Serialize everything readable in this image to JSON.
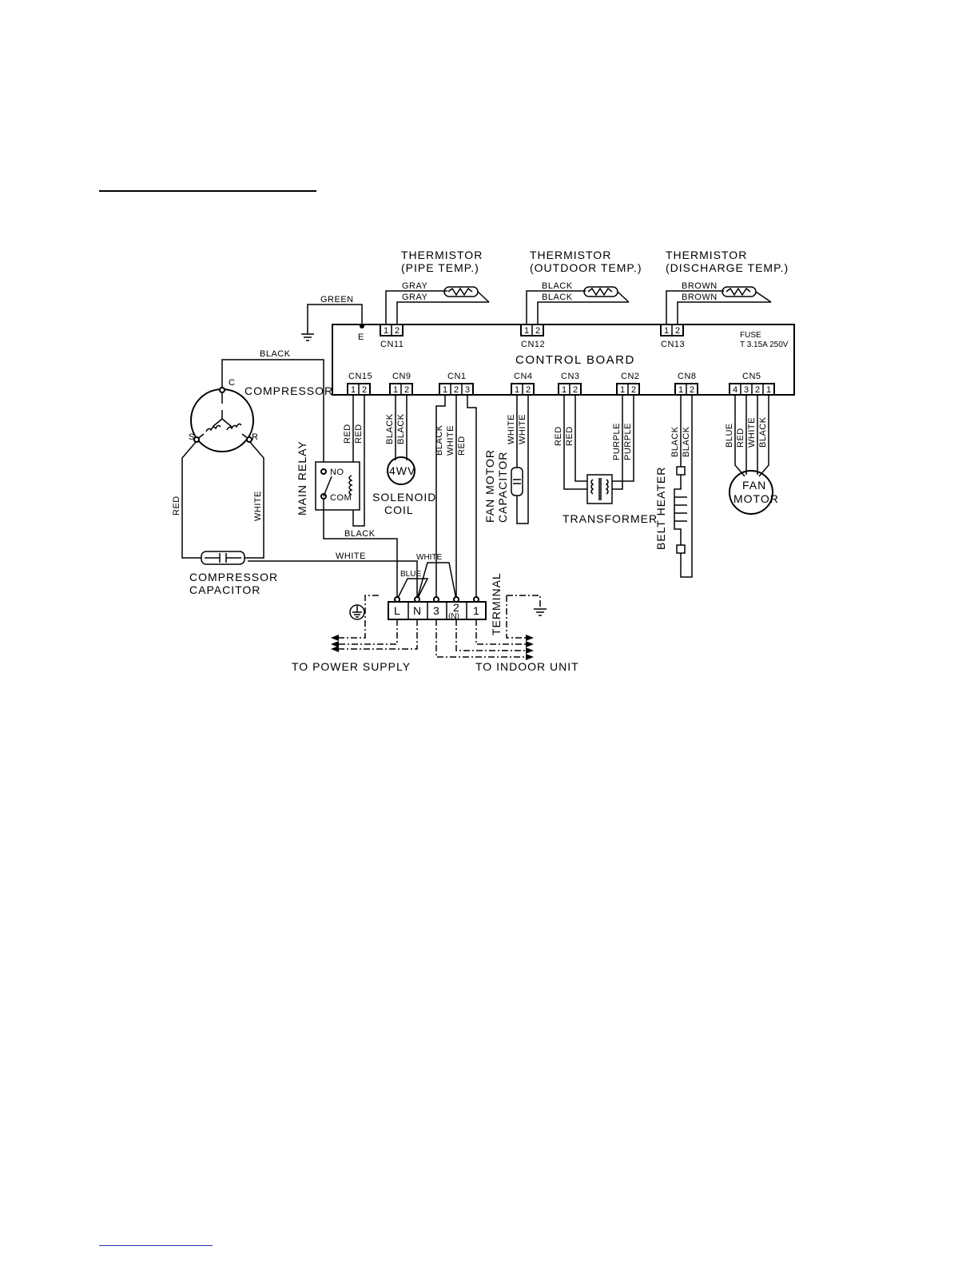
{
  "thermistors": [
    {
      "title": "THERMISTOR",
      "sub": "(PIPE TEMP.)",
      "wire1": "GRAY",
      "wire2": "GRAY",
      "connector": "CN11"
    },
    {
      "title": "THERMISTOR",
      "sub": "(OUTDOOR TEMP.)",
      "wire1": "BLACK",
      "wire2": "BLACK",
      "connector": "CN12"
    },
    {
      "title": "THERMISTOR",
      "sub": "(DISCHARGE TEMP.)",
      "wire1": "BROWN",
      "wire2": "BROWN",
      "connector": "CN13"
    }
  ],
  "ground": {
    "wire": "GREEN",
    "label": "E"
  },
  "board": {
    "title": "CONTROL BOARD",
    "fuse1": "FUSE",
    "fuse2": "T 3.15A 250V"
  },
  "connectors": {
    "cn15": "CN15",
    "cn9": "CN9",
    "cn1": "CN1",
    "cn4": "CN4",
    "cn3": "CN3",
    "cn2": "CN2",
    "cn8": "CN8",
    "cn5": "CN5"
  },
  "pins": {
    "p1": "1",
    "p2": "2",
    "p3": "3",
    "p4": "4"
  },
  "compressor": {
    "label": "COMPRESSOR",
    "c": "C",
    "s": "S",
    "r": "R",
    "wire_top": "BLACK",
    "wire_left": "RED",
    "wire_right": "WHITE"
  },
  "relay": {
    "label": "MAIN RELAY",
    "no": "NO",
    "com": "COM",
    "wire_out": "BLACK"
  },
  "wires": {
    "cn15a": "RED",
    "cn15b": "RED",
    "cn9a": "BLACK",
    "cn9b": "BLACK",
    "cn1a": "BLACK",
    "cn1b": "WHITE",
    "cn1c": "RED",
    "cn4a": "WHITE",
    "cn4b": "WHITE",
    "cn3a": "RED",
    "cn3b": "RED",
    "cn2a": "PURPLE",
    "cn2b": "PURPLE",
    "cn8a": "BLACK",
    "cn8b": "BLACK",
    "cn5a": "BLUE",
    "cn5b": "RED",
    "cn5c": "WHITE",
    "cn5d": "BLACK",
    "cap_white": "WHITE",
    "blue": "BLUE",
    "white_small": "WHITE"
  },
  "solenoid": {
    "symbol": "4WV",
    "line1": "SOLENOID",
    "line2": "COIL"
  },
  "fan_capacitor": {
    "line1": "FAN MOTOR",
    "line2": "CAPACITOR"
  },
  "transformer": {
    "label": "TRANSFORMER"
  },
  "belt_heater": {
    "label": "BELT HEATER"
  },
  "fan_motor": {
    "line1": "FAN",
    "line2": "MOTOR"
  },
  "compressor_capacitor": {
    "line1": "COMPRESSOR",
    "line2": "CAPACITOR"
  },
  "terminal": {
    "label": "TERMINAL",
    "t_l": "L",
    "t_n": "N",
    "t_3": "3",
    "t_2": "2",
    "t_2sub": "(N)",
    "t_1": "1"
  },
  "supply": {
    "power": "TO POWER SUPPLY",
    "indoor": "TO INDOOR UNIT"
  }
}
